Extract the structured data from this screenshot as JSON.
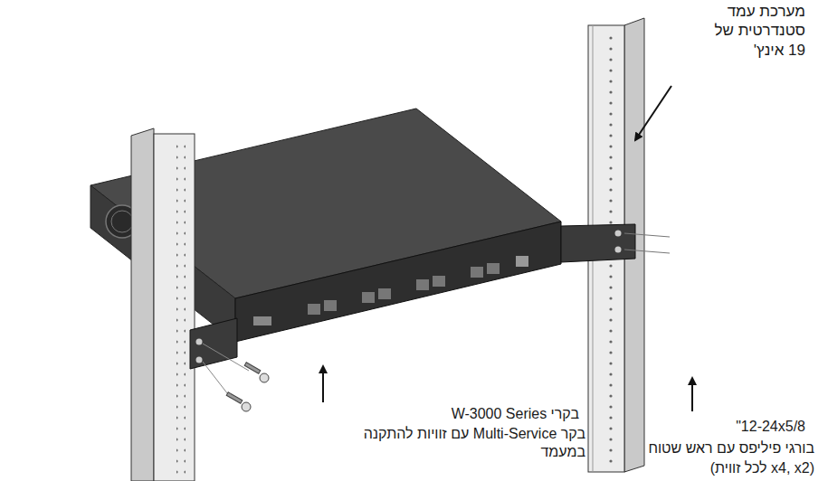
{
  "diagram": {
    "labels": [
      "מערכת עמד סטנדרטית של 19 אינץ'",
      "בקרי W-3000 Series",
      "בקר Multi-Service עם זוויות להתקנה במעמד",
      "12-24x5/8\"",
      "בורגי פיליפס עם ראש שטוח",
      "(x4,  x2 לכל זווית)"
    ]
  }
}
